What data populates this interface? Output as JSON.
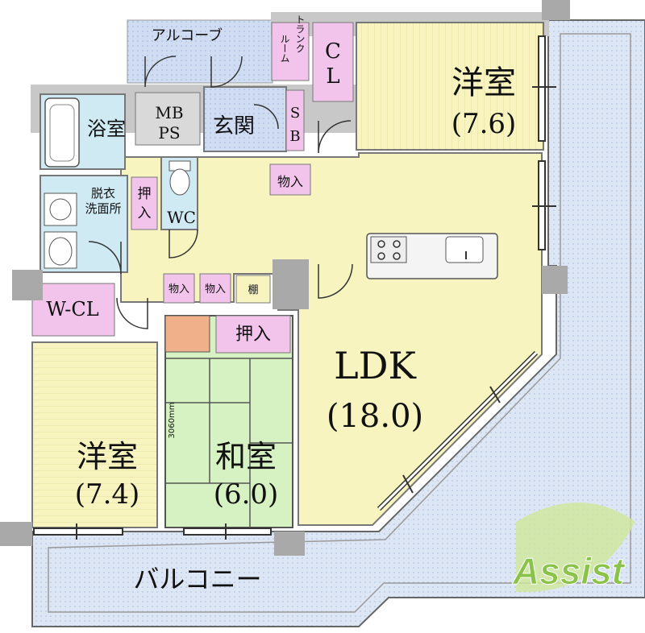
{
  "rooms": {
    "western_room_1": {
      "name": "洋室",
      "size": "(7.6)"
    },
    "western_room_2": {
      "name": "洋室",
      "size": "(7.4)"
    },
    "ldk": {
      "name": "LDK",
      "size": "(18.0)"
    },
    "japanese_room": {
      "name": "和室",
      "size": "(6.0)"
    },
    "bath": {
      "name": "浴室"
    },
    "entrance": {
      "name": "玄関"
    },
    "dressing": {
      "line1": "脱衣",
      "line2": "洗面所"
    },
    "wc": {
      "name": "WC"
    },
    "mbps": {
      "line1": "MB",
      "line2": "PS"
    },
    "alcove": {
      "name": "アルコーブ"
    },
    "trunk_room": {
      "line1": "トランク",
      "line2": "ルーム"
    },
    "balcony": {
      "name": "バルコニー"
    }
  },
  "storage": {
    "cl": {
      "line1": "C",
      "line2": "L"
    },
    "sb": {
      "line1": "S",
      "line2": "B"
    },
    "w_cl": "W-CL",
    "monoire_hall": "物入",
    "monoire_1": "物入",
    "monoire_2": "物入",
    "tana": "棚",
    "oshiire_dress": {
      "line1": "押",
      "line2": "入"
    },
    "oshiire_japanese": "押入"
  },
  "dimension": "3060mm",
  "logo": {
    "text": "Assist"
  },
  "colors": {
    "room_yellow": "#f8f4c0",
    "wet_blue": "#cfeaf3",
    "storage_pink": "#f2c4ec",
    "tatami_green": "#d6f2c2",
    "alcove_blue": "#cfdcf2",
    "balcony_blue": "#dde6f5",
    "wall_gray": "#c8c8c8",
    "pillar_gray": "#a9a9a9",
    "logo_green": "#8bc34a",
    "logo_leaf": "#cfe79a"
  }
}
